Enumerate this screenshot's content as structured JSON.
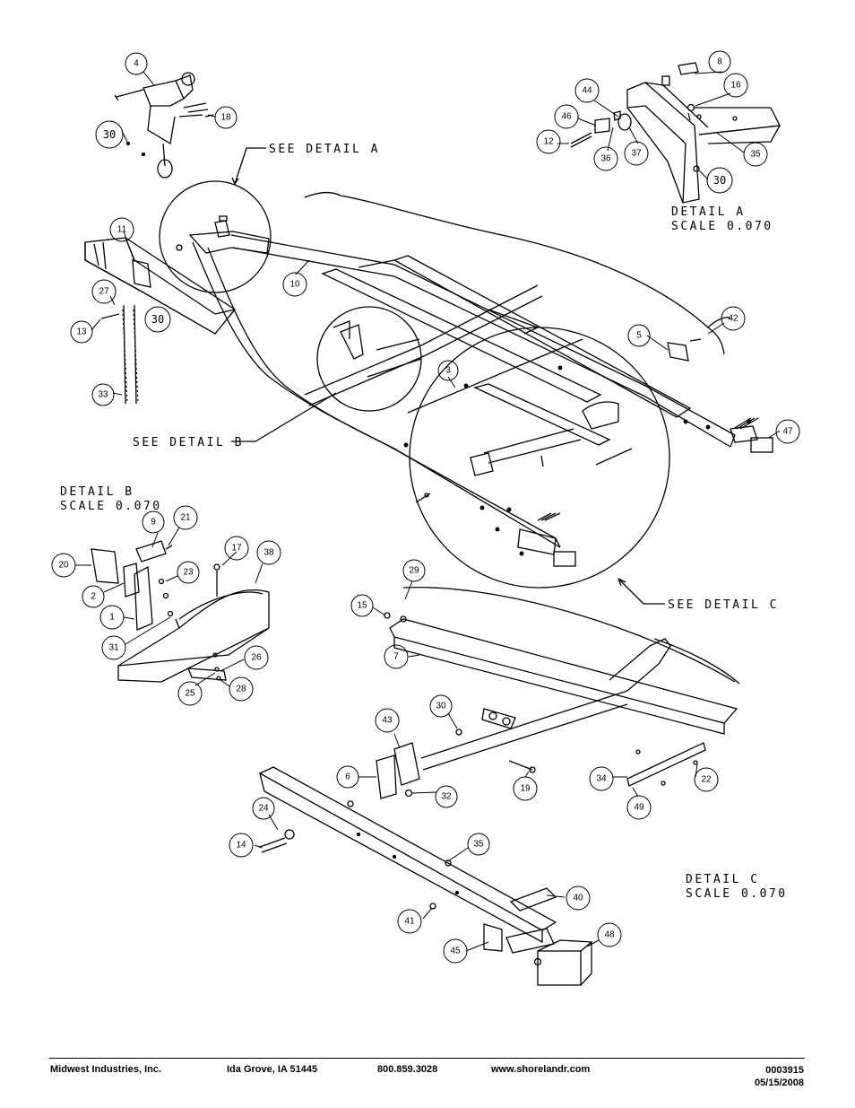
{
  "detail_labels": {
    "see_a": "SEE DETAIL A",
    "see_b": "SEE DETAIL B",
    "see_c": "SEE DETAIL C",
    "detail_a": "DETAIL A",
    "detail_b": "DETAIL B",
    "detail_c": "DETAIL C",
    "scale": "SCALE 0.070"
  },
  "callouts": {
    "main": [
      "4",
      "18",
      "30",
      "11",
      "27",
      "13",
      "30",
      "33",
      "10",
      "5",
      "42",
      "47",
      "3"
    ],
    "detail_a": [
      "8",
      "16",
      "44",
      "46",
      "12",
      "36",
      "37",
      "35",
      "30"
    ],
    "detail_b": [
      "9",
      "21",
      "20",
      "2",
      "23",
      "17",
      "38",
      "1",
      "31",
      "26",
      "25",
      "28"
    ],
    "detail_c": [
      "29",
      "15",
      "7",
      "30",
      "43",
      "6",
      "32",
      "19",
      "34",
      "22",
      "49",
      "24",
      "14",
      "35",
      "40",
      "41",
      "45",
      "48"
    ]
  },
  "footer": {
    "company": "Midwest Industries, Inc.",
    "location": "Ida Grove, IA  51445",
    "phone": "800.859.3028",
    "website": "www.shorelandr.com",
    "doc_number": "0003915",
    "date": "05/15/2008"
  }
}
